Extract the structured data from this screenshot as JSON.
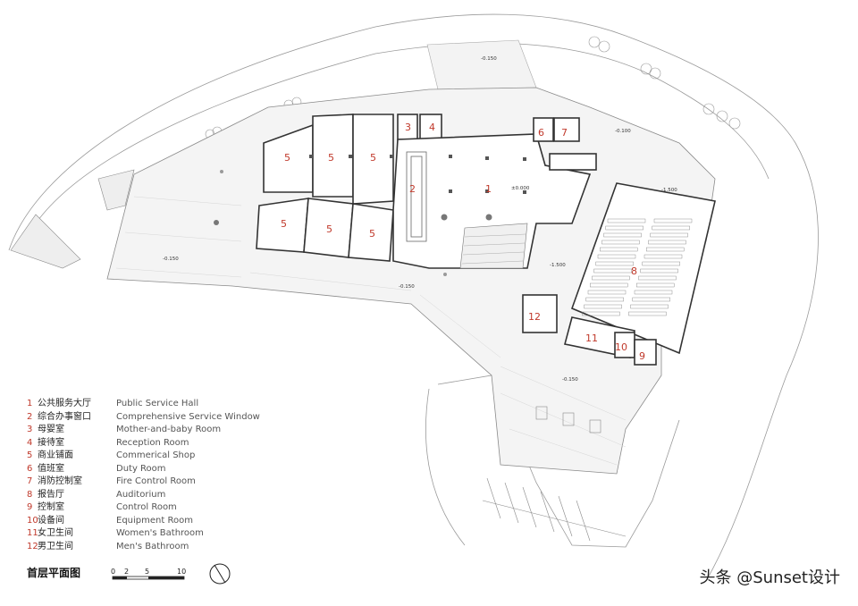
{
  "rooms": [
    {
      "id": "1",
      "zh": "公共服务大厅",
      "en": "Public Service Hall"
    },
    {
      "id": "2",
      "zh": "综合办事窗口",
      "en": "Comprehensive Service Window"
    },
    {
      "id": "3",
      "zh": "母婴室",
      "en": "Mother-and-baby Room"
    },
    {
      "id": "4",
      "zh": "接待室",
      "en": "Reception Room"
    },
    {
      "id": "5",
      "zh": "商业铺面",
      "en": "Commerical Shop"
    },
    {
      "id": "6",
      "zh": "值班室",
      "en": "Duty Room"
    },
    {
      "id": "7",
      "zh": "消防控制室",
      "en": "Fire Control Room"
    },
    {
      "id": "8",
      "zh": "报告厅",
      "en": "Auditorium"
    },
    {
      "id": "9",
      "zh": "控制室",
      "en": "Control Room"
    },
    {
      "id": "10",
      "zh": "设备间",
      "en": "Equipment Room"
    },
    {
      "id": "11",
      "zh": "女卫生间",
      "en": "Women's Bathroom"
    },
    {
      "id": "12",
      "zh": "男卫生间",
      "en": "Men's Bathroom"
    }
  ],
  "plan_labels": {
    "r1": "1",
    "r2": "2",
    "r3": "3",
    "r4": "4",
    "r5": "5",
    "r6": "6",
    "r7": "7",
    "r8": "8",
    "r9": "9",
    "r10": "10",
    "r11": "11",
    "r12": "12"
  },
  "elevations": {
    "top": "-0.150",
    "right_top": "-0.100",
    "right": "-1.500",
    "hall": "±0.000",
    "stair": "-1.500",
    "left": "-0.150",
    "south": "-0.150",
    "southeast": "-0.150"
  },
  "plan_title": "首层平面图",
  "scale_bar": [
    "0",
    "2",
    "5",
    "10"
  ],
  "watermark": "头条 @Sunset设计"
}
